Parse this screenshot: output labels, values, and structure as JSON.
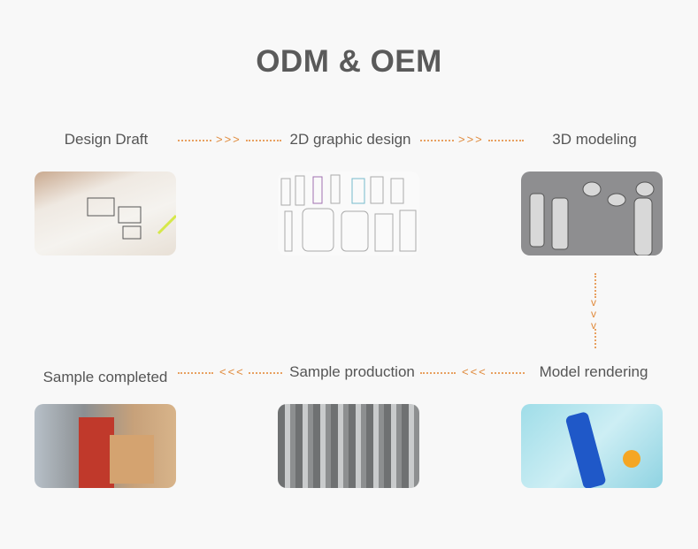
{
  "title": "ODM & OEM",
  "steps": [
    {
      "label": "Design Draft",
      "image": "sketch-drawing-image"
    },
    {
      "label": "2D graphic design",
      "image": "bottle-line-drawings-image"
    },
    {
      "label": "3D modeling",
      "image": "3d-bottle-models-image"
    },
    {
      "label": "Model rendering",
      "image": "blue-bottle-on-ice-image"
    },
    {
      "label": "Sample production",
      "image": "steel-bottles-rows-image"
    },
    {
      "label": "Sample completed",
      "image": "delivery-person-boxes-image"
    }
  ],
  "arrows": {
    "forward": ">>>",
    "back": "<<<",
    "down": "v v v"
  },
  "colors": {
    "accent": "#e08a3c",
    "text": "#555555",
    "bg": "#f8f8f8"
  }
}
